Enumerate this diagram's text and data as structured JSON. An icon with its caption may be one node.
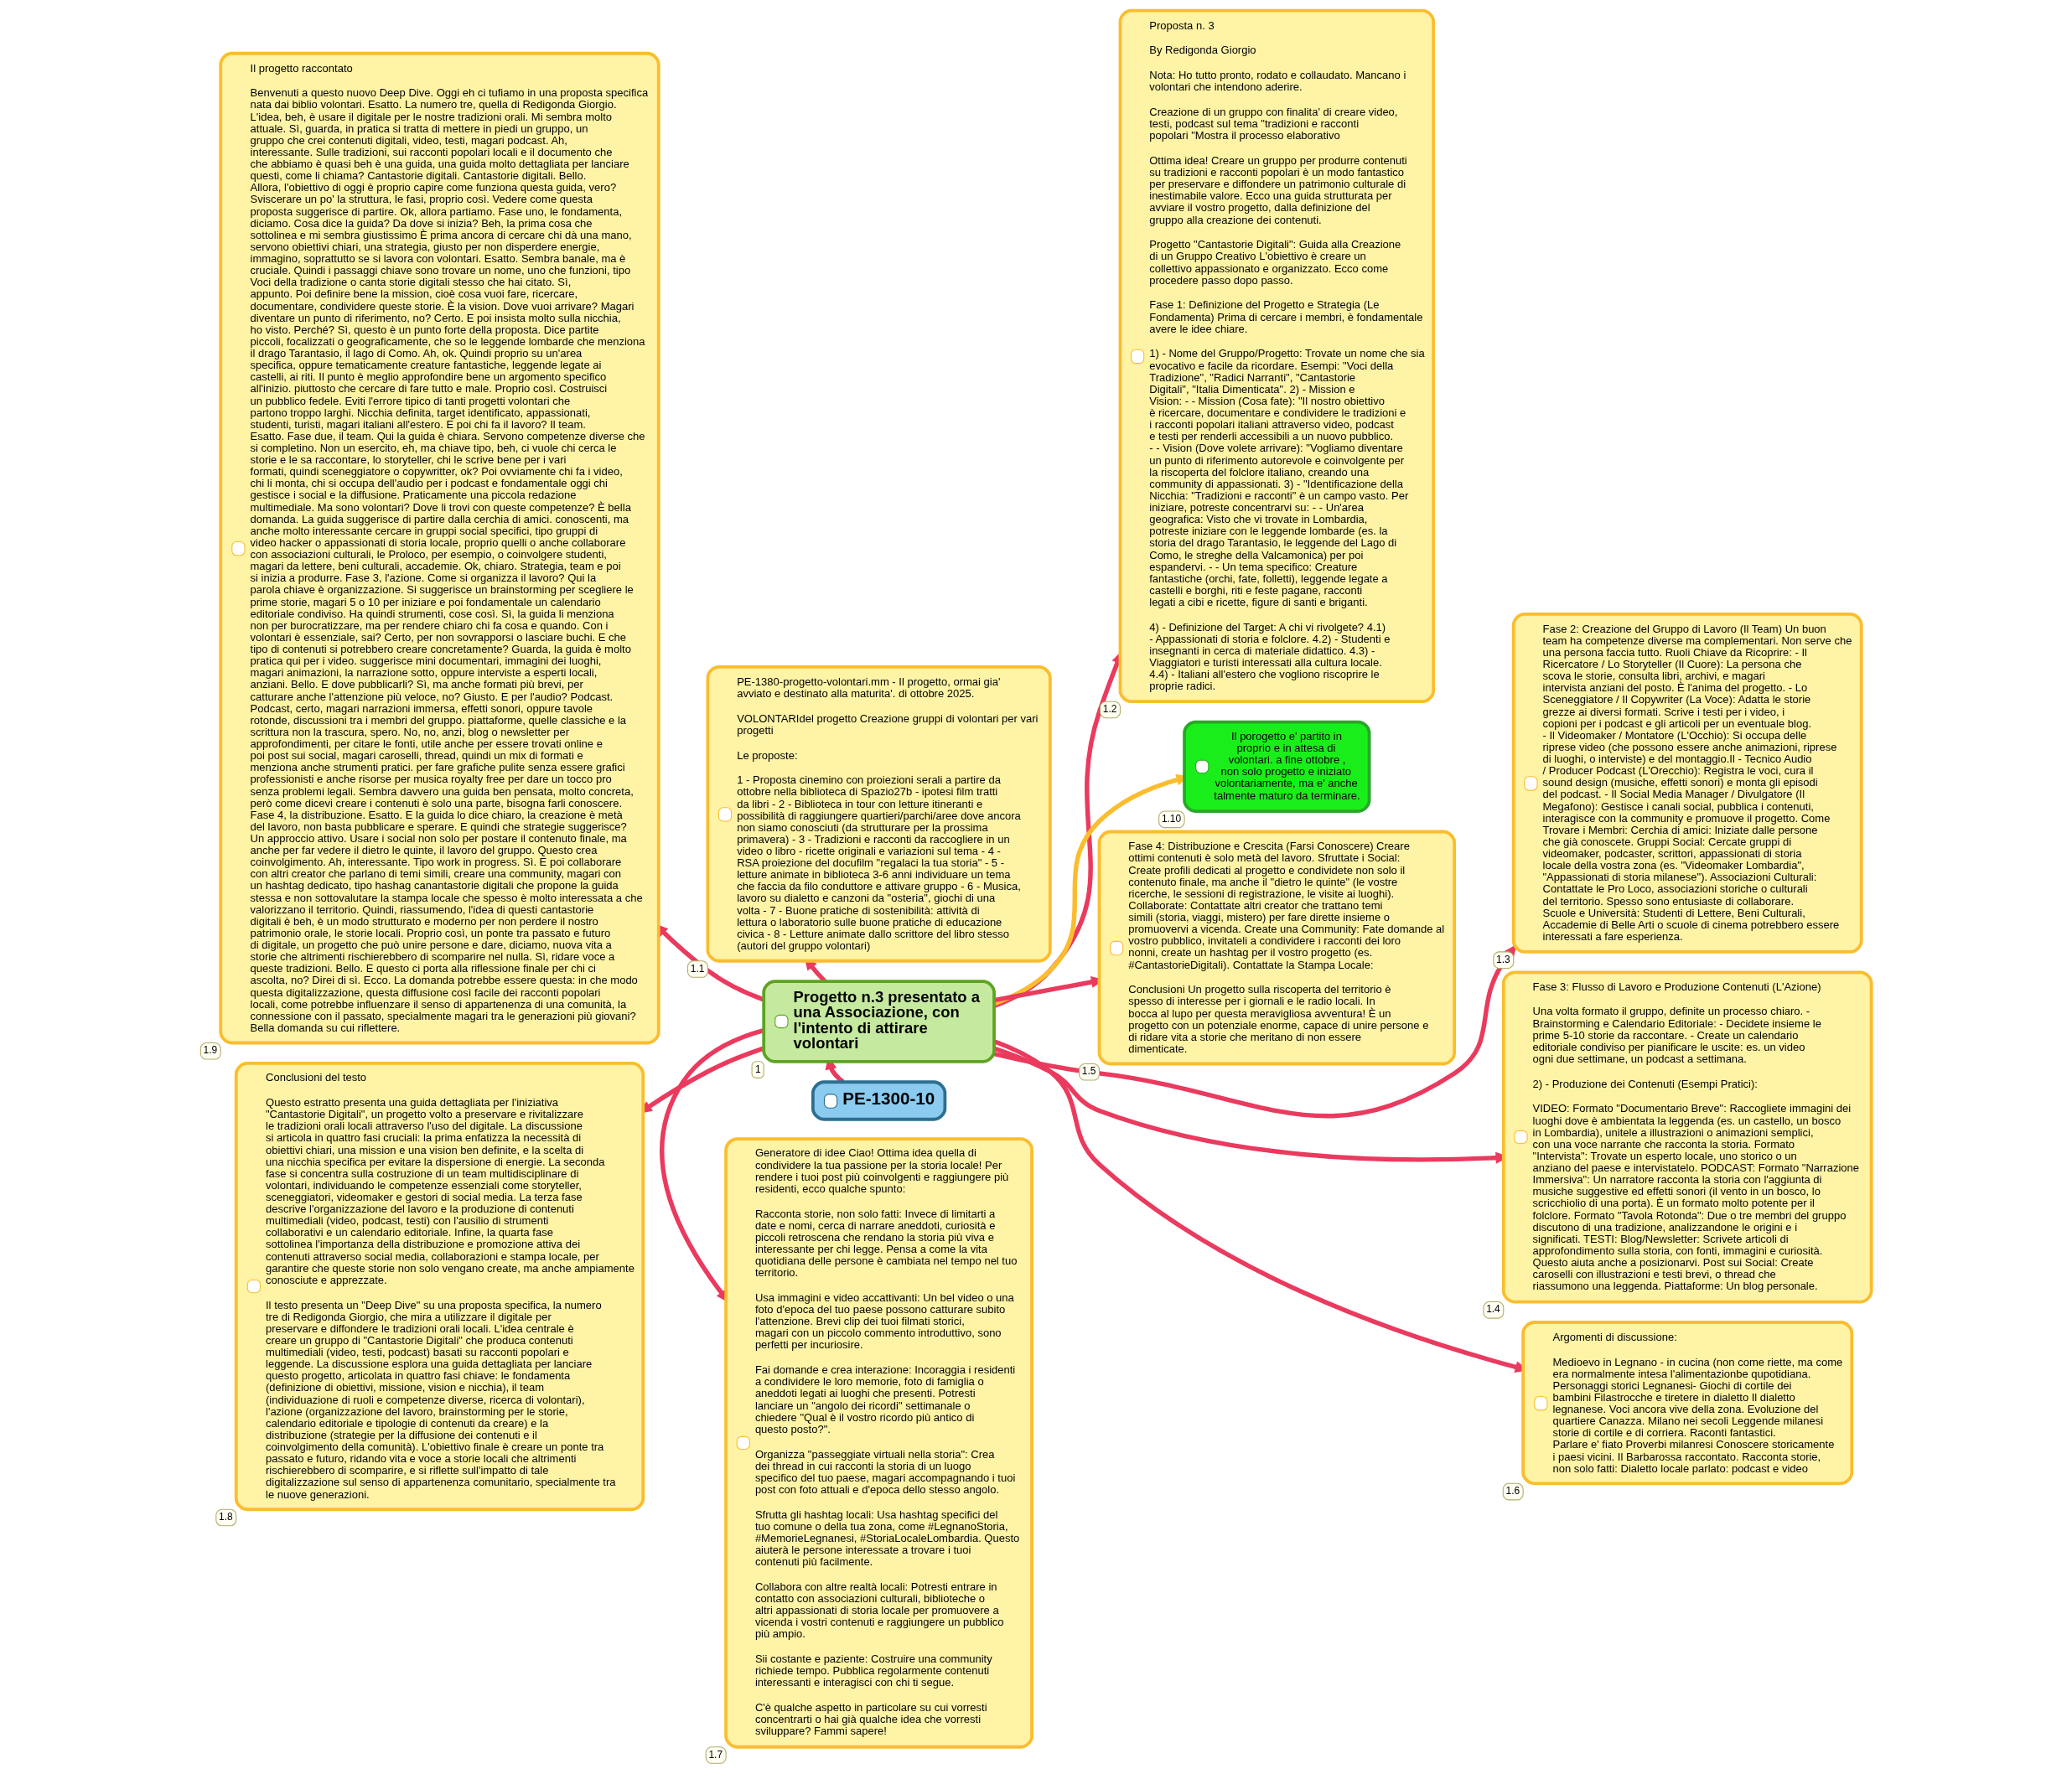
{
  "diagram": {
    "nodes": [
      {
        "text": [
          "Progetto n.3 presentato a una Associazione, con l'intento di attirare volontari"
        ],
        "beside": [
          "1"
        ]
      },
      {
        "text": [
          "PE-1380-progetto-volontari.mm - Il progetto, ormai gia' avviato e destinato alla maturita'. di ottobre 2025.",
          "VOLONTARIdel progetto Creazione gruppi di volontari per vari progetti",
          "Le proposte:",
          "1 - Proposta cinemino con proiezioni serali a partire da ottobre nella biblioteca di Spazio27b - ipotesi film tratti da libri - 2 - Biblioteca in tour con letture itineranti e possibilità di raggiungere quartieri/parchi/aree dove ancora non siamo conosciuti (da strutturare per la prossima primavera) - 3 - Tradizioni e racconti da raccogliere in un video o libro - ricette originali e variazioni sul tema - 4 - RSA proiezione del docufilm \"regalaci la tua storia\" - 5 - letture animate in biblioteca 3-6 anni individuare un tema che faccia da filo conduttore e attivare gruppo - 6 - Musica, lavoro su dialetto e canzoni da \"osteria\", giochi di una volta - 7 - Buone pratiche di sostenibilità: attività di lettura o laboratorio sulle buone pratiche di educazione civica - 8 - Letture animate dallo scrittore del libro stesso (autori del gruppo volontari)"
        ],
        "beside": [
          "1.1"
        ]
      },
      {
        "text": [
          "Proposta n. 3",
          "By Redigonda Giorgio",
          "Nota: Ho tutto pronto, rodato e collaudato. Mancano i volontari che intendono aderire.",
          "Creazione di un gruppo con finalita' di creare video, testi, podcast sul tema \"tradizioni e racconti popolari \"Mostra il processo elaborativo",
          "Ottima idea! Creare un gruppo per produrre contenuti su tradizioni e racconti popolari è un modo fantastico per preservare e diffondere un patrimonio culturale di inestimabile valore. Ecco una guida strutturata per avviare il vostro progetto, dalla definizione del gruppo alla creazione dei contenuti.",
          "Progetto \"Cantastorie Digitali\": Guida alla Creazione di un Gruppo Creativo L'obiettivo è creare un collettivo appassionato e organizzato. Ecco come procedere passo dopo passo.",
          "Fase 1: Definizione del Progetto e Strategia (Le Fondamenta) Prima di cercare i membri, è fondamentale avere le idee chiare.",
          "1) - Nome del Gruppo/Progetto: Trovate un nome che sia evocativo e facile da ricordare. Esempi: \"Voci della Tradizione\", \"Radici Narranti\", \"Cantastorie Digitali\", \"Italia Dimenticata\". 2) - Mission e Vision: - - Mission (Cosa fate): \"Il nostro obiettivo è ricercare, documentare e condividere le tradizioni e i racconti popolari italiani attraverso video, podcast e testi per renderli accessibili a un nuovo pubblico. - - Vision (Dove volete arrivare): \"Vogliamo diventare un punto di riferimento autorevole e coinvolgente per la riscoperta del folclore italiano, creando una community di appassionati. 3) - \"Identificazione della Nicchia: \"Tradizioni e racconti\" è un campo vasto. Per iniziare, potreste concentrarvi su: - - Un'area geografica: Visto che vi trovate in Lombardia, potreste iniziare con le leggende lombarde (es. la storia del drago Tarantasio, le leggende del Lago di Como, le streghe della Valcamonica) per poi espandervi. - - Un tema specifico: Creature fantastiche (orchi, fate, folletti), leggende legate a castelli e borghi, riti e feste pagane, racconti legati a cibi e ricette, figure di santi e briganti.",
          "4) - Definizione del Target: A chi vi rivolgete? 4.1) - Appassionati di storia e folclore. 4.2) - Studenti e insegnanti in cerca di materiale didattico. 4.3) - Viaggiatori e turisti interessati alla cultura locale. 4.4) - Italiani all'estero che vogliono riscoprire le proprie radici."
        ],
        "beside": [
          "1.2"
        ]
      },
      {
        "text": [
          "Fase 2: Creazione del Gruppo di Lavoro (Il Team) Un buon team ha competenze diverse ma complementari. Non serve che una persona faccia tutto. Ruoli Chiave da Ricoprire: - Il Ricercatore / Lo Storyteller (Il Cuore): La persona che scova le storie, consulta libri, archivi, e magari intervista anziani del posto. È l'anima del progetto. - Lo Sceneggiatore / Il Copywriter (La Voce): Adatta le storie grezze ai diversi formati. Scrive i testi per i video, i copioni per i podcast e gli articoli per un eventuale blog. - Il Videomaker / Montatore (L'Occhio): Si occupa delle riprese video (che possono essere anche animazioni, riprese di luoghi, o interviste) e del montaggio.Il - Tecnico Audio / Producer Podcast (L'Orecchio): Registra le voci, cura il sound design (musiche, effetti sonori) e monta gli episodi del podcast. - Il Social Media Manager / Divulgatore (Il Megafono): Gestisce i canali social, pubblica i contenuti, interagisce con la community e promuove il progetto. Come Trovare i Membri: Cerchia di amici: Iniziate dalle persone che già conoscete. Gruppi Social: Cercate gruppi di videomaker, podcaster, scrittori, appassionati di storia locale della vostra zona (es. \"Videomaker Lombardia\", \"Appassionati di storia milanese\"). Associazioni Culturali: Contattate le Pro Loco, associazioni storiche o culturali del territorio. Spesso sono entusiaste di collaborare. Scuole e Università: Studenti di Lettere, Beni Culturali, Accademie di Belle Arti o scuole di cinema potrebbero essere interessati a fare esperienza."
        ],
        "beside": [
          "1.3"
        ]
      },
      {
        "text": [
          "Fase 3: Flusso di Lavoro e Produzione Contenuti (L'Azione)",
          "Una volta formato il gruppo, definite un processo chiaro. - Brainstorming e Calendario Editoriale: - Decidete insieme le prime 5-10 storie da raccontare. - Create un calendario editoriale condiviso per pianificare le uscite: es. un video ogni due settimane, un podcast a settimana.",
          "2) - Produzione dei Contenuti (Esempi Pratici):",
          "VIDEO: Formato \"Documentario Breve\": Raccogliete immagini dei luoghi dove è ambientata la leggenda (es. un castello, un bosco in Lombardia), unitele a illustrazioni o animazioni semplici, con una voce narrante che racconta la storia. Formato \"Intervista\": Trovate un esperto locale, uno storico o un anziano del paese e intervistatelo. PODCAST: Formato \"Narrazione Immersiva\": Un narratore racconta la storia con l'aggiunta di musiche suggestive ed effetti sonori (il vento in un bosco, lo scricchiolio di una porta). È un formato molto potente per il folclore. Formato \"Tavola Rotonda\": Due o tre membri del gruppo discutono di una tradizione, analizzandone le origini e i significati. TESTI: Blog/Newsletter: Scrivete articoli di approfondimento sulla storia, con fonti, immagini e curiosità. Questo aiuta anche a posizionarvi. Post sui Social: Create caroselli con illustrazioni e testi brevi, o thread che riassumono una leggenda. Piattaforme: Un blog personale."
        ],
        "beside": [
          "1.4"
        ]
      },
      {
        "text": [
          "Fase 4: Distribuzione e Crescita (Farsi Conoscere) Creare ottimi contenuti è solo metà del lavoro. Sfruttate i Social: Create profili dedicati al progetto e condividete non solo il contenuto finale, ma anche il \"dietro le quinte\" (le vostre ricerche, le sessioni di registrazione, le visite ai luoghi). Collaborate: Contattate altri creator che trattano temi simili (storia, viaggi, mistero) per fare dirette insieme o promuovervi a vicenda. Create una Community: Fate domande al vostro pubblico, invitateli a condividere i racconti dei loro nonni, create un hashtag per il vostro progetto (es. #CantastorieDigitali). Contattate la Stampa Locale:",
          "Conclusioni Un progetto sulla riscoperta del territorio è spesso di interesse per i giornali e le radio locali. In bocca al lupo per questa meravigliosa avventura! È un progetto con un potenziale enorme, capace di unire persone e di ridare vita a storie che meritano di non essere dimenticate."
        ],
        "beside": [
          "1.5"
        ]
      },
      {
        "text": [
          "Argomenti di discussione:",
          "Medioevo in Legnano - in cucina (non come riette, ma come era normalmente intesa l'alimentazionbe qupotidiana. Personaggi storici Legnanesi- Giochi di cortile dei bambini Filastrocche e tiretere in dialetto Il dialetto legnanese. Voci ancora vive della zona. Evoluzione del quartiere Canazza. Milano nei secoli Leggende milanesi storie di cortile e di corriera. Raconti fantastici. Parlare e' fiato Proverbi milanresi Conoscere storicamente i paesi vicini. Il Barbarossa raccontato. Racconta storie, non solo fatti: Dialetto locale parlato: podcast e video"
        ],
        "beside": [
          "1.6"
        ]
      },
      {
        "text": [
          "Generatore di idee Ciao! Ottima idea quella di condividere la tua passione per la storia locale! Per rendere i tuoi post più coinvolgenti e raggiungere più residenti, ecco qualche spunto:",
          "Racconta storie, non solo fatti: Invece di limitarti a date e nomi, cerca di narrare aneddoti, curiosità e piccoli retroscena che rendano la storia più viva e interessante per chi legge. Pensa a come la vita quotidiana delle persone è cambiata nel tempo nel tuo territorio.",
          "Usa immagini e video accattivanti: Un bel video o una foto d'epoca del tuo paese possono catturare subito l'attenzione. Brevi clip dei tuoi filmati storici, magari con un piccolo commento introduttivo, sono perfetti per incuriosire.",
          "Fai domande e crea interazione: Incoraggia i residenti a condividere le loro memorie, foto di famiglia o aneddoti legati ai luoghi che presenti. Potresti lanciare un \"angolo dei ricordi\" settimanale o chiedere \"Qual è il vostro ricordo più antico di questo posto?\".",
          "Organizza \"passeggiate virtuali nella storia\": Crea dei thread in cui racconti la storia di un luogo specifico del tuo paese, magari accompagnando i tuoi post con foto attuali e d'epoca dello stesso angolo.",
          "Sfrutta gli hashtag locali: Usa hashtag specifici del tuo comune o della tua zona, come #LegnanoStoria, #MemorieLegnanesi, #StoriaLocaleLombardia. Questo aiuterà le persone interessate a trovare i tuoi contenuti più facilmente.",
          "Collabora con altre realtà locali: Potresti entrare in contatto con associazioni culturali, biblioteche o altri appassionati di storia locale per promuovere a vicenda i vostri contenuti e raggiungere un pubblico più ampio.",
          "Sii costante e paziente: Costruire una community richiede tempo. Pubblica regolarmente contenuti interessanti e interagisci con chi ti segue.",
          "C'è qualche aspetto in particolare su cui vorresti concentrarti o hai già qualche idea che vorresti sviluppare? Fammi sapere!"
        ],
        "beside": [
          "1.7"
        ]
      },
      {
        "text": [
          "Conclusioni del testo",
          "Questo estratto presenta una guida dettagliata per l'iniziativa \"Cantastorie Digitali\", un progetto volto a preservare e rivitalizzare le tradizioni orali locali attraverso l'uso del digitale. La discussione si articola in quattro fasi cruciali: la prima enfatizza la necessità di obiettivi chiari, una mission e una vision ben definite, e la scelta di una nicchia specifica per evitare la dispersione di energie. La seconda fase si concentra sulla costruzione di un team multidisciplinare di volontari, individuando le competenze essenziali come storyteller, sceneggiatori, videomaker e gestori di social media. La terza fase descrive l'organizzazione del lavoro e la produzione di contenuti multimediali (video, podcast, testi) con l'ausilio di strumenti collaborativi e un calendario editoriale. Infine, la quarta fase sottolinea l'importanza della distribuzione e promozione attiva dei contenuti attraverso social media, collaborazioni e stampa locale, per garantire che queste storie non solo vengano create, ma anche ampiamente conosciute e apprezzate.",
          "Il testo presenta un \"Deep Dive\" su una proposta specifica, la numero tre di Redigonda Giorgio, che mira a utilizzare il digitale per preservare e diffondere le tradizioni orali locali. L'idea centrale è creare un gruppo di \"Cantastorie Digitali\" che produca contenuti multimediali (video, testi, podcast) basati su racconti popolari e leggende. La discussione esplora una guida dettagliata per lanciare questo progetto, articolata in quattro fasi chiave: le fondamenta (definizione di obiettivi, missione, vision e nicchia), il team (individuazione di ruoli e competenze diverse, ricerca di volontari), l'azione (organizzazione del lavoro, brainstorming per le storie, calendario editoriale e tipologie di contenuti da creare) e la distribuzione (strategie per la diffusione dei contenuti e il coinvolgimento della comunità). L'obiettivo finale è creare un ponte tra passato e futuro, ridando vita e voce a storie locali che altrimenti rischierebbero di scomparire, e si riflette sull'impatto di tale digitalizzazione sul senso di appartenenza comunitario, specialmente tra le nuove generazioni."
        ],
        "beside": [
          "1.8"
        ]
      },
      {
        "text": [
          "Il progetto raccontato",
          "Benvenuti a questo nuovo Deep Dive. Oggi eh ci tufiamo in una proposta specifica nata dai biblio volontari. Esatto. La numero tre, quella di Redigonda Giorgio. L'idea, beh, è usare il digitale per le nostre tradizioni orali. Mi sembra molto attuale. Sì, guarda, in pratica si tratta di mettere in piedi un gruppo, un gruppo che crei contenuti digitali, video, testi, magari podcast. Ah, interessante. Sulle tradizioni, sui racconti popolari locali e il documento che che abbiamo è quasi beh è una guida, una guida molto dettagliata per lanciare questi, come li chiama? Cantastorie digitali. Cantastorie digitali. Bello. Allora, l'obiettivo di oggi è proprio capire come funziona questa guida, vero? Sviscerare un po' la struttura, le fasi, proprio così. Vedere come questa proposta suggerisce di partire. Ok, allora partiamo. Fase uno, le fondamenta, diciamo. Cosa dice la guida? Da dove si inizia? Beh, la prima cosa che sottolinea e mi sembra giustissimo È prima ancora di cercare chi dà una mano, servono obiettivi chiari, una strategia, giusto per non disperdere energie, immagino, soprattutto se si lavora con volontari. Esatto. Sembra banale, ma è cruciale. Quindi i passaggi chiave sono trovare un nome, uno che funzioni, tipo Voci della tradizione o canta storie digitali stesso che hai citato. Sì, appunto. Poi definire bene la mission, cioè cosa vuoi fare, ricercare, documentare, condividere queste storie. È la vision. Dove vuoi arrivare? Magari diventare un punto di riferimento, no? Certo. E poi insista molto sulla nicchia, ho visto. Perché? Sì, questo è un punto forte della proposta. Dice partite piccoli, focalizzati o geograficamente, che so le leggende lombarde che menziona il drago Tarantasio, il lago di Como. Ah, ok. Quindi proprio su un'area specifica, oppure tematicamente creature fantastiche, leggende legate ai castelli, ai riti. Il punto è meglio approfondire bene un argomento specifico all'inizio. piuttosto che cercare di fare tutto e male. Proprio così. Costruisci un pubblico fedele. Eviti l'errore tipico di tanti progetti volontari che partono troppo larghi. Nicchia definita, target identificato, appassionati, studenti, turisti, magari italiani all'estero. E poi chi fa il lavoro? Il team. Esatto. Fase due, il team. Qui la guida è chiara. Servono competenze diverse che si completino. Non un esercito, eh, ma chiave tipo, beh, ci vuole chi cerca le storie e le sa raccontare, lo storyteller, chi le scrive bene per i vari formati, quindi sceneggiatore o copywritter, ok? Poi ovviamente chi fa i video, chi li monta, chi si occupa dell'audio per i podcast e fondamentale oggi chi gestisce i social e la diffusione. Praticamente una piccola redazione multimediale. Ma sono volontari? Dove li trovi con queste competenze? È bella domanda. La guida suggerisce di partire dalla cerchia di amici. conoscenti, ma anche molto interessante cercare in gruppi social specifici, tipo gruppi di video hacker o appassionati di storia locale, proprio quelli o anche collaborare con associazioni culturali, le Proloco, per esempio, o coinvolgere studenti, magari da lettere, beni culturali, accademie. Ok, chiaro. Strategia, team e poi si inizia a produrre. Fase 3, l'azione. Come si organizza il lavoro? Qui la parola chiave è organizzazione. Si suggerisce un brainstorming per scegliere le prime storie, magari 5 o 10 per iniziare e poi fondamentale un calendario editoriale condiviso. Ha quindi strumenti, cose così. Sì, la guida li menziona non per burocratizzare, ma per rendere chiaro chi fa cosa e quando. Con i volontari è essenziale, sai? Certo, per non sovrapporsi o lasciare buchi. E che tipo di contenuti si potrebbero creare concretamente? Guarda, la guida è molto pratica qui per i video. suggerisce mini documentari, immagini dei luoghi, magari animazioni, la narrazione sotto, oppure interviste a esperti locali, anziani. Bello. E dove pubblicarli? Sì, ma anche formati più brevi, per catturare anche l'attenzione più veloce, no? Giusto. E per l'audio? Podcast. Podcast, certo, magari narrazioni immersa, effetti sonori, oppure tavole rotonde, discussioni tra i membri del gruppo. piattaforme, quelle classiche e la scrittura non la trascura, spero. No, no, anzi, blog o newsletter per approfondimenti, per citare le fonti, utile anche per essere trovati online e poi post sui social, magari caroselli, thread, quindi un mix di formati e menziona anche strumenti pratici. per fare grafiche pulite senza essere grafici professionisti e anche risorse per musica royalty free per dare un tocco pro senza problemi legali. Sembra davvero una guida ben pensata, molto concreta, però come dicevi creare i contenuti è solo una parte, bisogna farli conoscere. Fase 4, la distribuzione. Esatto. E la guida lo dice chiaro, la creazione è metà del lavoro, non basta pubblicare e sperare. E quindi che strategie suggerisce? Un approccio attivo. Usare i social non solo per postare il contenuto finale, ma anche per far vedere il dietro le quinte, il lavoro del gruppo. Questo crea coinvolgimento. Ah, interessante. Tipo work in progress. Sì. E poi collaborare con altri creator che parlano di temi simili, creare una community, magari con un hashtag dedicato, tipo hashag canantastorie digitali che propone la guida stessa e non sottovalutare la stampa locale che spesso è molto interessata a che valorizzano il territorio. Quindi, riassumendo, l'idea di questi cantastorie digitali è beh, è un modo strutturato e moderno per non perdere il nostro patrimonio orale, le storie locali. Proprio così, un ponte tra passato e futuro di digitale, un progetto che può unire persone e dare, diciamo, nuova vita a storie che altrimenti rischierebbero di scomparire nel nulla. Sì, ridare voce a queste tradizioni. Bello. E questo ci porta alla riflessione finale per chi ci ascolta, no? Direi di sì. Ecco. La domanda potrebbe essere questa: in che modo questa digitalizzazione, questa diffusione così facile dei racconti popolari locali, come potrebbe influenzare il senso di appartenenza di una comunità, la connessione con il passato, specialmente magari tra le generazioni più giovani? Bella domanda su cui riflettere."
        ],
        "beside": [
          "1.9"
        ]
      },
      {
        "text": [
          "Il porogetto e' partito in proprio e in attesa di volontari. a fine ottobre , non solo progetto e iniziato volontariamente, ma e' anche talmente maturo da terminare."
        ],
        "beside": [
          "1.10"
        ]
      },
      {
        "text": [
          "PE-1300-10"
        ]
      }
    ],
    "edges": [
      {
        "from": 0,
        "to": 1,
        "arrow": "to"
      },
      {
        "from": 0,
        "to": 2,
        "arrow": "to"
      },
      {
        "from": 0,
        "to": 3,
        "arrow": "to"
      },
      {
        "from": 0,
        "to": 4,
        "arrow": "to"
      },
      {
        "from": 0,
        "to": 5,
        "arrow": "to"
      },
      {
        "from": 0,
        "to": 6,
        "arrow": "to"
      },
      {
        "from": 0,
        "to": 7,
        "arrow": "to"
      },
      {
        "from": 0,
        "to": 8,
        "arrow": "to"
      },
      {
        "from": 0,
        "to": 9,
        "arrow": "to"
      },
      {
        "from": 0,
        "to": 10,
        "arrow": "to",
        "color": "#fbbd2e"
      },
      {
        "from": 11,
        "to": 0,
        "arrow": "to"
      }
    ]
  }
}
